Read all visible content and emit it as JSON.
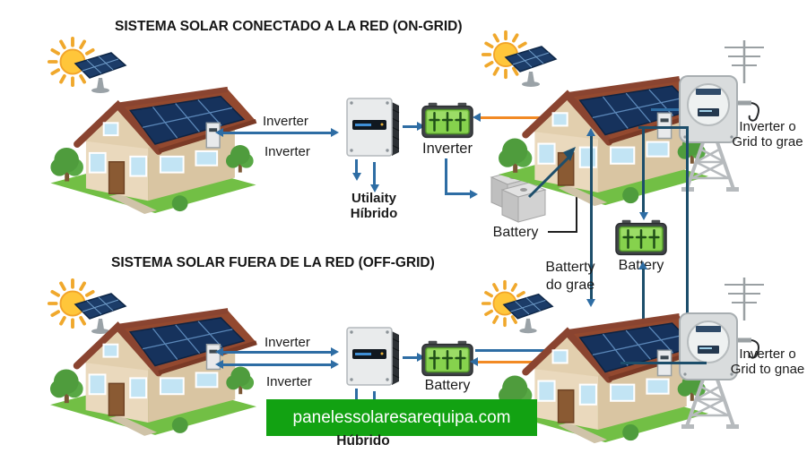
{
  "watermark": {
    "text": "panelessolaresarequipa.com",
    "bg": "#12a212",
    "text_color": "#ffffff"
  },
  "colors": {
    "arrow_blue": "#2e6da4",
    "wire_navy": "#1d4e6b",
    "arrow_orange": "#f28a24",
    "wire_black": "#1f1f1f",
    "watermark_green": "#12a212",
    "battery_green": "#86d24d",
    "roof_brown": "#93492f",
    "panel_blue": "#16325c"
  },
  "on_grid": {
    "title": "SISTEMA SOLAR CONECTADO A LA RED (ON-GRID)",
    "house_to_inverter_label_top": "Inverter",
    "house_to_inverter_label_bottom": "Inverter",
    "utility_label_line1": "Utilaity",
    "utility_label_line2": "Híbrido",
    "string_inverter_label": "Inverter",
    "battery_bank_label": "Battery",
    "right_battery_label": "Battery",
    "battery_feed_label_line1": "Batterty",
    "battery_feed_label_line2": "do grae",
    "grid_meter_label_line1": "Inverter o",
    "grid_meter_label_line2": "Grid to grae"
  },
  "off_grid": {
    "title": "SISTEMA SOLAR FUERA DE LA RED (OFF-GRID)",
    "house_to_inverter_label_top": "Inverter",
    "house_to_inverter_label_bottom": "Inverter",
    "hybrid_label": "Húbrido",
    "battery_label": "Battery",
    "grid_meter_label_line1": "Inverter o",
    "grid_meter_label_line2": "Grid to gnae"
  }
}
